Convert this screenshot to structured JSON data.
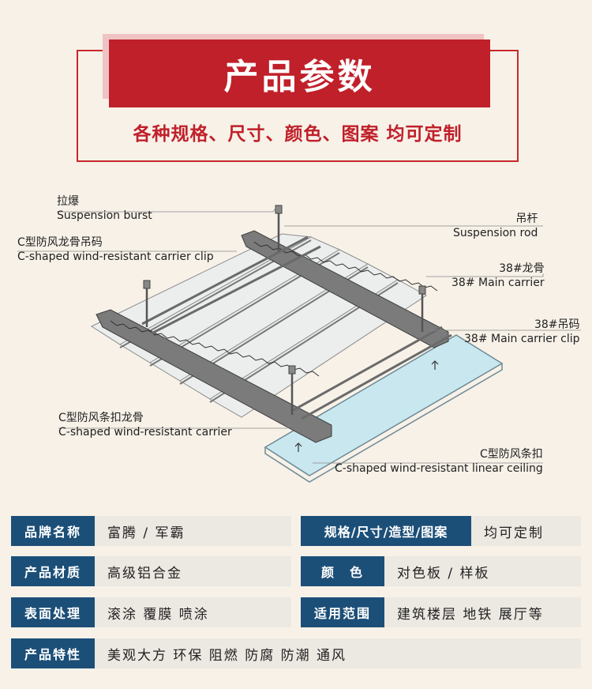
{
  "header": {
    "title": "产品参数",
    "subtitle": "各种规格、尺寸、颜色、图案 均可定制"
  },
  "diagram": {
    "labels": {
      "la_bao_zh": "拉爆",
      "la_bao_en": "Suspension burst",
      "diao_gan_zh": "吊杆",
      "diao_gan_en": "Suspension rod",
      "c_clip_zh": "C型防风龙骨吊码",
      "c_clip_en": "C-shaped wind-resistant carrier clip",
      "main_carrier_zh": "38#龙骨",
      "main_carrier_en": "38# Main carrier",
      "main_clip_zh": "38#吊码",
      "main_clip_en": "38# Main carrier clip",
      "c_carrier_zh": "C型防风条扣龙骨",
      "c_carrier_en": "C-shaped wind-resistant carrier",
      "c_ceiling_zh": "C型防风条扣",
      "c_ceiling_en": "C-shaped wind-resistant linear ceiling"
    }
  },
  "specs": [
    {
      "key": "品牌名称",
      "value": "富腾 / 军霸"
    },
    {
      "key": "规格/尺寸/造型/图案",
      "value": "均可定制"
    },
    {
      "key": "产品材质",
      "value": "高级铝合金"
    },
    {
      "key": "颜　色",
      "value": "对色板 / 样板"
    },
    {
      "key": "表面处理",
      "value": "滚涂 覆膜 喷涂"
    },
    {
      "key": "适用范围",
      "value": "建筑楼层 地铁 展厅等"
    },
    {
      "key": "产品特性",
      "value": "美观大方 环保 阻燃 防腐 防潮 通风"
    }
  ],
  "colors": {
    "accent_red": "#c0202a",
    "key_blue": "#1c4f78",
    "bg": "#f7f1e8"
  }
}
